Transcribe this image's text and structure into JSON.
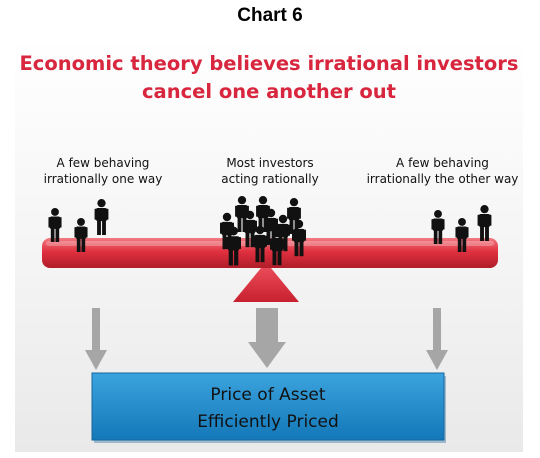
{
  "chart_label": "Chart 6",
  "headline": {
    "line1": "Economic theory believes irrational investors",
    "line2": "cancel one another out"
  },
  "groups": {
    "left": {
      "line1": "A few behaving",
      "line2": "irrationally one way"
    },
    "center": {
      "line1": "Most investors",
      "line2": "acting rationally"
    },
    "right": {
      "line1": "A few behaving",
      "line2": "irrationally the other way"
    }
  },
  "price_box": {
    "line1": "Price of Asset",
    "line2": "Efficiently Priced"
  },
  "colors": {
    "headline": "#d7263d",
    "beam": "#e0303f",
    "fulcrum": "#e0303f",
    "arrow": "#a6a6a6",
    "box": "#1a86c8"
  }
}
